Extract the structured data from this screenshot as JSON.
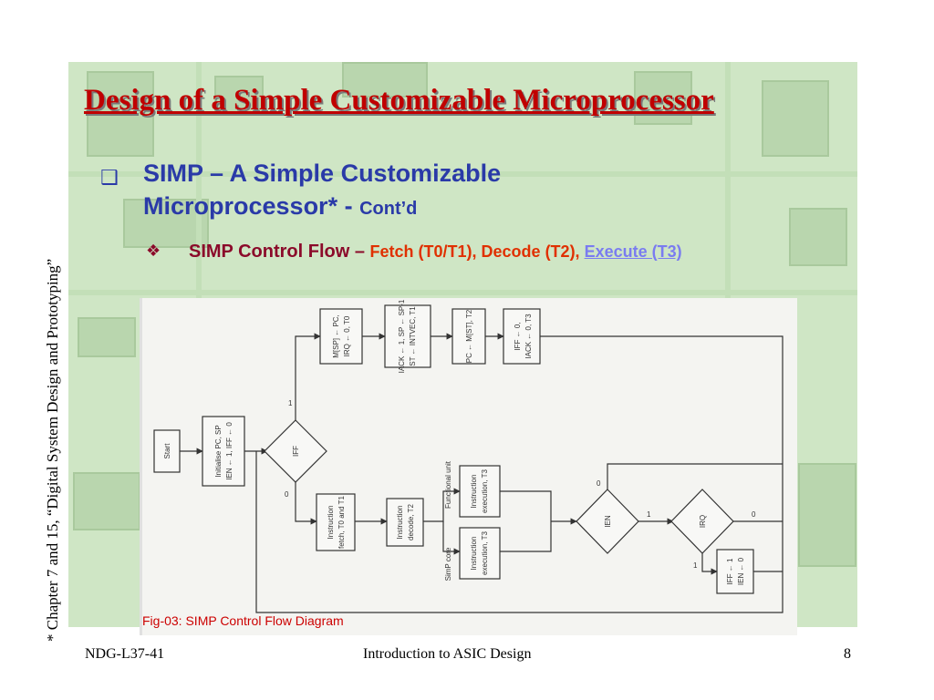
{
  "slide": {
    "title": "Design of a Simple Customizable Microprocessor",
    "bullet1_main": "SIMP – A Simple Customizable Microprocessor* - ",
    "bullet1_suffix": "Cont’d",
    "bullet2_head": "SIMP Control Flow – ",
    "bullet2_fetch_decode": "Fetch (T0/T1), Decode (T2), ",
    "bullet2_execute": "Execute (T3)",
    "sidebar_note": "* Chapter 7 and 15, “Digital System Design and Prototyping”",
    "caption": "Fig-03: SIMP Control Flow Diagram"
  },
  "footer": {
    "left": "NDG-L37-41",
    "center": "Introduction to ASIC Design",
    "page": "8"
  },
  "icons": {
    "bullet1": "square-bullet-icon",
    "bullet2": "diamond-bullet-icon"
  },
  "colors": {
    "title": "#c00000",
    "bullet1": "#2a3aa8",
    "bullet2_head": "#8b0a2a",
    "bullet2_orange": "#e03000",
    "link": "#7a7cf0",
    "caption": "#cc0000"
  },
  "diagram": {
    "start": "Start",
    "init_1": "Initialise PC, SP",
    "init_2": "IEN ← 1, IFF ← 0",
    "iff": "IFF",
    "iff_yes": "1",
    "iff_no": "0",
    "int1_1": "M[SP] ← PC,",
    "int1_2": "IRQ ← 0, T0",
    "int2_1": "IACK ← 1, SP ← SP-1",
    "int2_2": "ST ← INTVEC, T1",
    "int3": "PC ← M[ST], T2",
    "int4_1": "IFF ← 0,",
    "int4_2": "IACK ← 0, T3",
    "fetch_1": "Instruction",
    "fetch_2": "fetch, T0 and T1",
    "decode_1": "Instruction",
    "decode_2": "decode, T2",
    "functional_unit": "Functional unit",
    "simp_core": "SimP core",
    "exec_1": "Instruction",
    "exec_2": "execution, T3",
    "ien": "IEN",
    "ien_yes": "1",
    "ien_no": "0",
    "irq": "IRQ",
    "irq_yes": "1",
    "irq_no": "0",
    "setiff_1": "IFF ← 1",
    "setiff_2": "IEN ← 0"
  }
}
